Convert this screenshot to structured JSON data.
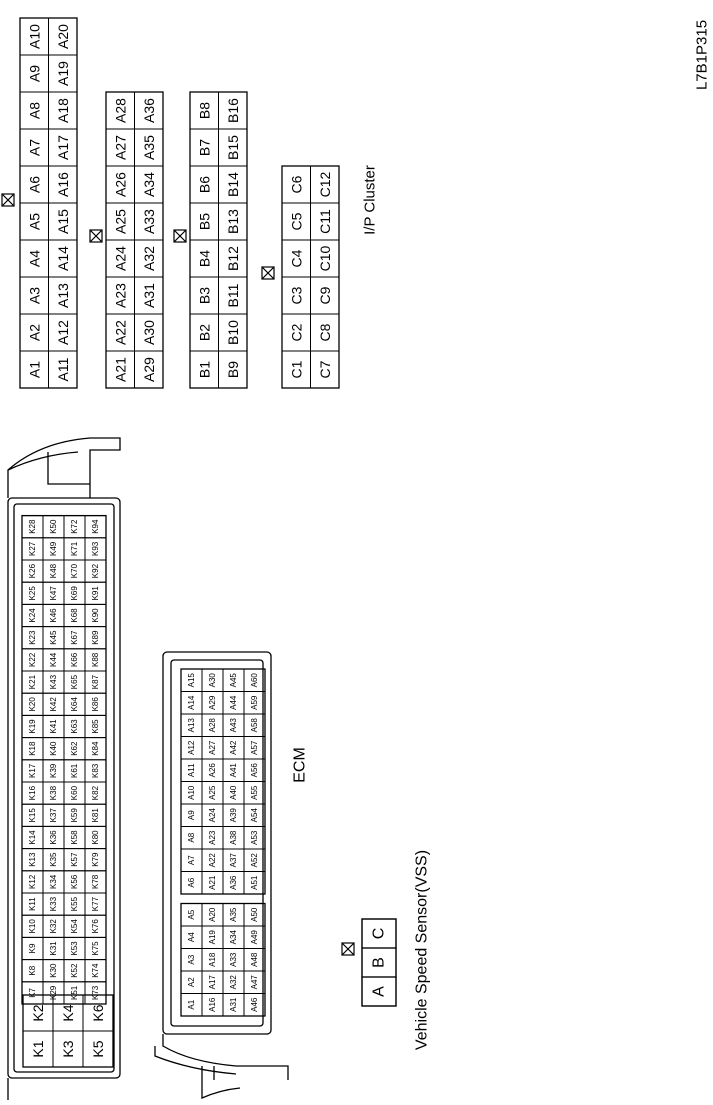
{
  "figure_code": "L7B1P315",
  "connectors": {
    "ip_cluster": {
      "label": "I/P Cluster",
      "a_upper": {
        "rows": [
          [
            "A1",
            "A2",
            "A3",
            "A4",
            "A5",
            "A6",
            "A7",
            "A8",
            "A9",
            "A10"
          ],
          [
            "A11",
            "A12",
            "A13",
            "A14",
            "A15",
            "A16",
            "A17",
            "A18",
            "A19",
            "A20"
          ]
        ]
      },
      "a_lower": {
        "rows": [
          [
            "A21",
            "A22",
            "A23",
            "A24",
            "A25",
            "A26",
            "A27",
            "A28"
          ],
          [
            "A29",
            "A30",
            "A31",
            "A32",
            "A33",
            "A34",
            "A35",
            "A36"
          ]
        ]
      },
      "b": {
        "rows": [
          [
            "B1",
            "B2",
            "B3",
            "B4",
            "B5",
            "B6",
            "B7",
            "B8"
          ],
          [
            "B9",
            "B10",
            "B11",
            "B12",
            "B13",
            "B14",
            "B15",
            "B16"
          ]
        ]
      },
      "c": {
        "rows": [
          [
            "C1",
            "C2",
            "C3",
            "C4",
            "C5",
            "C6"
          ],
          [
            "C7",
            "C8",
            "C9",
            "C10",
            "C11",
            "C12"
          ]
        ]
      }
    },
    "ecm": {
      "label": "ECM",
      "k_small": {
        "rows": [
          [
            "K1",
            "K2"
          ],
          [
            "K3",
            "K4"
          ],
          [
            "K5",
            "K6"
          ]
        ]
      },
      "k_big": {
        "rows": [
          [
            "K7",
            "K8",
            "K9",
            "K10",
            "K11",
            "K12",
            "K13",
            "K14",
            "K15",
            "K16",
            "K17",
            "K18",
            "K19",
            "K20",
            "K21",
            "K22",
            "K23",
            "K24",
            "K25",
            "K26",
            "K27",
            "K28"
          ],
          [
            "K29",
            "K30",
            "K31",
            "K32",
            "K33",
            "K34",
            "K35",
            "K36",
            "K37",
            "K38",
            "K39",
            "K40",
            "K41",
            "K42",
            "K43",
            "K44",
            "K45",
            "K46",
            "K47",
            "K48",
            "K49",
            "K50"
          ],
          [
            "K51",
            "K52",
            "K53",
            "K54",
            "K55",
            "K56",
            "K57",
            "K58",
            "K59",
            "K60",
            "K61",
            "K62",
            "K63",
            "K64",
            "K65",
            "K66",
            "K67",
            "K68",
            "K69",
            "K70",
            "K71",
            "K72"
          ],
          [
            "K73",
            "K74",
            "K75",
            "K76",
            "K77",
            "K78",
            "K79",
            "K80",
            "K81",
            "K82",
            "K83",
            "K84",
            "K85",
            "K86",
            "K87",
            "K88",
            "K89",
            "K90",
            "K91",
            "K92",
            "K93",
            "K94"
          ]
        ]
      },
      "a_block1": {
        "rows": [
          [
            "A1",
            "A2",
            "A3",
            "A4",
            "A5"
          ],
          [
            "A16",
            "A17",
            "A18",
            "A19",
            "A20"
          ],
          [
            "A31",
            "A32",
            "A33",
            "A34",
            "A35"
          ],
          [
            "A46",
            "A47",
            "A48",
            "A49",
            "A50"
          ]
        ]
      },
      "a_block2": {
        "rows": [
          [
            "A6",
            "A7",
            "A8",
            "A9",
            "A10",
            "A11",
            "A12",
            "A13",
            "A14",
            "A15"
          ],
          [
            "A21",
            "A22",
            "A23",
            "A24",
            "A25",
            "A26",
            "A27",
            "A28",
            "A29",
            "A30"
          ],
          [
            "A36",
            "A37",
            "A38",
            "A39",
            "A40",
            "A41",
            "A42",
            "A43",
            "A44",
            "A45"
          ],
          [
            "A51",
            "A52",
            "A53",
            "A54",
            "A55",
            "A56",
            "A57",
            "A58",
            "A59",
            "A60"
          ]
        ]
      }
    },
    "vss": {
      "label": "Vehicle Speed Sensor(VSS)",
      "pins": [
        "A",
        "B",
        "C"
      ]
    }
  }
}
